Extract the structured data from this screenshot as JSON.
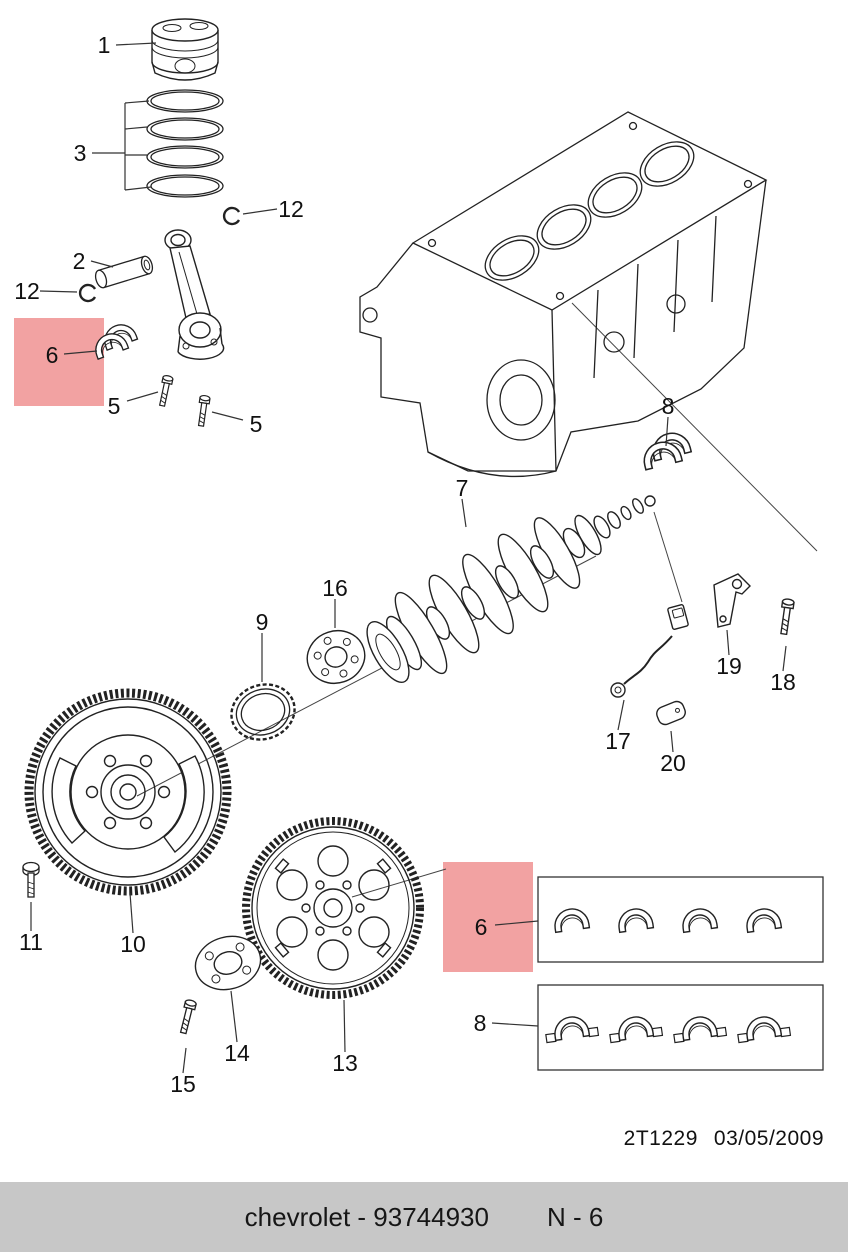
{
  "page": {
    "background": "#ffffff",
    "line_color": "#222222",
    "leader_color": "#333333",
    "highlight_color": "#f2a2a2"
  },
  "callouts": [
    {
      "label": "1",
      "part": "piston"
    },
    {
      "label": "3",
      "part": "piston-ring-set"
    },
    {
      "label": "12",
      "part": "snap-ring-upper"
    },
    {
      "label": "2",
      "part": "piston-pin"
    },
    {
      "label": "12",
      "part": "snap-ring-lower"
    },
    {
      "label": "6",
      "part": "connecting-rod-bearing",
      "highlighted": true
    },
    {
      "label": "5",
      "part": "rod-bolt-left"
    },
    {
      "label": "5",
      "part": "rod-bolt-right"
    },
    {
      "label": "8",
      "part": "main-bearing-upper"
    },
    {
      "label": "7",
      "part": "crankshaft"
    },
    {
      "label": "16",
      "part": "crankshaft-plate"
    },
    {
      "label": "9",
      "part": "crankshaft-gear-ring"
    },
    {
      "label": "19",
      "part": "sensor-bracket"
    },
    {
      "label": "18",
      "part": "bracket-bolt"
    },
    {
      "label": "17",
      "part": "crankshaft-position-sensor"
    },
    {
      "label": "20",
      "part": "cover-plate"
    },
    {
      "label": "11",
      "part": "flywheel-bolt"
    },
    {
      "label": "10",
      "part": "flywheel"
    },
    {
      "label": "14",
      "part": "spacer-plate"
    },
    {
      "label": "13",
      "part": "flex-plate"
    },
    {
      "label": "15",
      "part": "flex-plate-bolt"
    },
    {
      "label": "6",
      "part": "main-bearing-set",
      "highlighted": true
    },
    {
      "label": "8",
      "part": "thrust-bearing-set"
    }
  ],
  "doc_info": {
    "drawing_code": "2T1229",
    "date": "03/05/2009"
  },
  "footer": {
    "left_text": "chevrolet - 93744930",
    "right_text": "N - 6",
    "background": "#c7c7c7"
  }
}
